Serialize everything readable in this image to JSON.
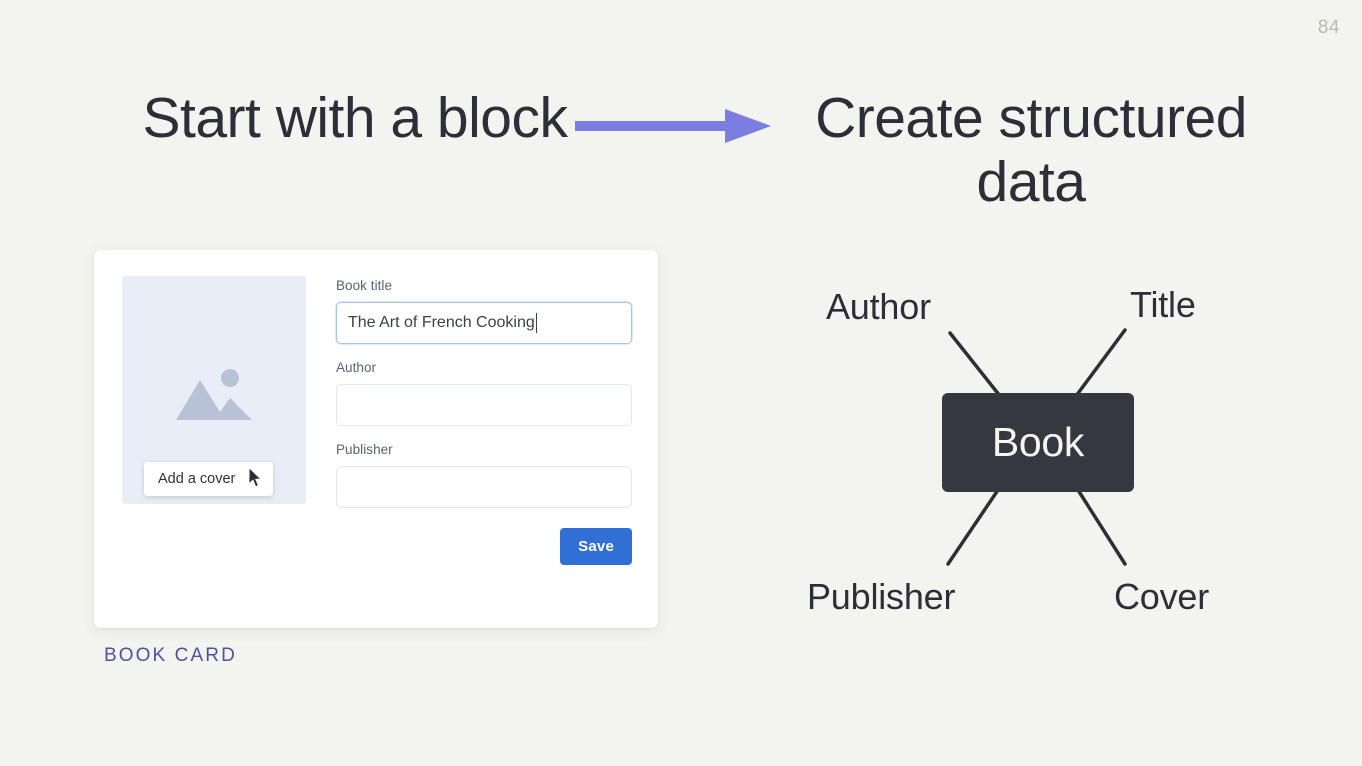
{
  "slide": {
    "page_number": "84",
    "background_color": "#f3f4ef",
    "accent_purple": "#7b7de0",
    "caption_color": "#514fa0",
    "node_color": "#37373f",
    "save_button_color": "#2f6fd6"
  },
  "headings": {
    "left": "Start with a block",
    "right": "Create structured data"
  },
  "arrow": {
    "icon": "arrow-right-icon",
    "color": "#7b7de0"
  },
  "book_card": {
    "caption": "BOOK CARD",
    "cover": {
      "placeholder_icon": "image-placeholder-icon",
      "add_cover_label": "Add a cover",
      "add_cover_plus": "+"
    },
    "fields": [
      {
        "label": "Book title",
        "value": "The Art of French Cooking",
        "focused": true
      },
      {
        "label": "Author",
        "value": "",
        "focused": false
      },
      {
        "label": "Publisher",
        "value": "",
        "focused": false
      }
    ],
    "save_label": "Save"
  },
  "diagram": {
    "center_label": "Book",
    "nodes": [
      {
        "label": "Author",
        "position": "top-left"
      },
      {
        "label": "Title",
        "position": "top-right"
      },
      {
        "label": "Publisher",
        "position": "bottom-left"
      },
      {
        "label": "Cover",
        "position": "bottom-right"
      }
    ]
  }
}
